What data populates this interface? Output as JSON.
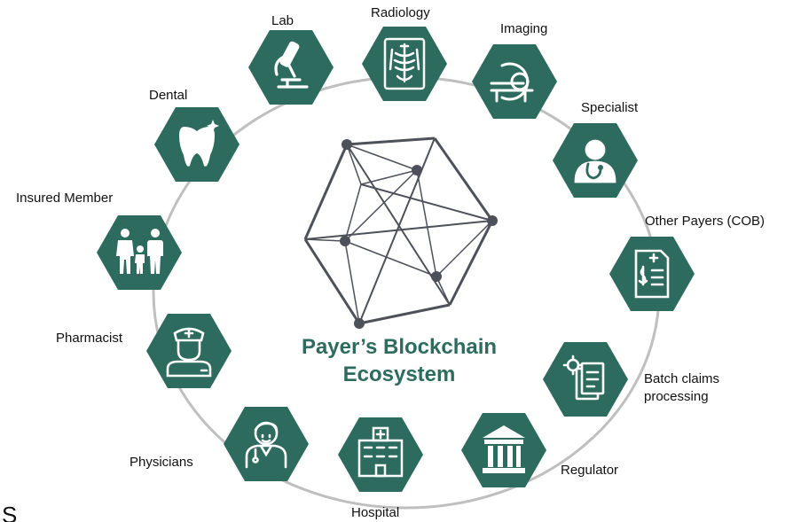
{
  "diagram": {
    "title_line1": "Payer’s Blockchain",
    "title_line2": "Ecosystem",
    "colors": {
      "hexagon": "#2d6b5e",
      "ring": "#bfbfbf",
      "network": "#4d5159",
      "title": "#2d6b5e",
      "icon": "#ffffff"
    },
    "nodes": [
      {
        "id": "lab",
        "label": "Lab",
        "icon": "microscope-icon"
      },
      {
        "id": "radiology",
        "label": "Radiology",
        "icon": "xray-icon"
      },
      {
        "id": "imaging",
        "label": "Imaging",
        "icon": "mri-scanner-icon"
      },
      {
        "id": "specialist",
        "label": "Specialist",
        "icon": "doctor-stethoscope-icon"
      },
      {
        "id": "other-payers",
        "label": "Other Payers (COB)",
        "icon": "invoice-dollar-icon"
      },
      {
        "id": "batch-claims",
        "label_line1": "Batch claims",
        "label_line2": "processing",
        "icon": "gear-documents-icon"
      },
      {
        "id": "regulator",
        "label": "Regulator",
        "icon": "government-building-icon"
      },
      {
        "id": "hospital",
        "label": "Hospital",
        "icon": "hospital-building-icon"
      },
      {
        "id": "physicians",
        "label": "Physicians",
        "icon": "physician-icon"
      },
      {
        "id": "pharmacist",
        "label": "Pharmacist",
        "icon": "nurse-pharmacist-icon"
      },
      {
        "id": "insured-member",
        "label": "Insured Member",
        "icon": "family-icon"
      },
      {
        "id": "dental",
        "label": "Dental",
        "icon": "tooth-icon"
      }
    ],
    "stray_text": "S"
  }
}
